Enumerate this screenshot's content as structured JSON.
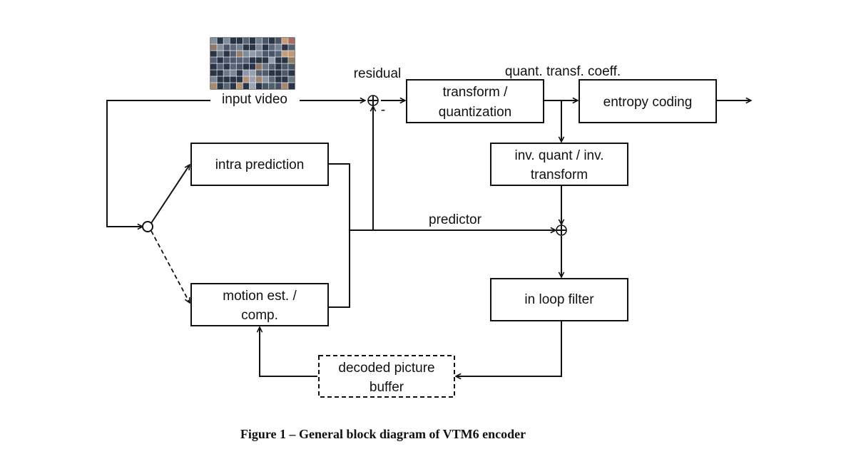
{
  "labels": {
    "input_video": "input video",
    "residual": "residual",
    "quant_coeff": "quant. transf. coeff.",
    "predictor": "predictor",
    "minus_sign": "-"
  },
  "blocks": {
    "transform_quant": [
      "transform /",
      "quantization"
    ],
    "entropy_coding": "entropy coding",
    "inv_quant": [
      "inv. quant / inv.",
      "transform"
    ],
    "intra_prediction": "intra prediction",
    "motion_est": [
      "motion est. /",
      "comp."
    ],
    "in_loop_filter": "in loop filter",
    "decoded_picture_buffer": [
      "decoded picture",
      "buffer"
    ]
  },
  "caption": "Figure 1 – General block diagram of VTM6 encoder",
  "colors": {
    "line": "#111111",
    "background": "#ffffff",
    "thumbnail_dark": "#2a3446",
    "thumbnail_mid": "#5d6a7c",
    "thumbnail_light": "#9aa6b4",
    "thumbnail_accent": "#c9a078",
    "thumbnail_red": "#d08070"
  }
}
